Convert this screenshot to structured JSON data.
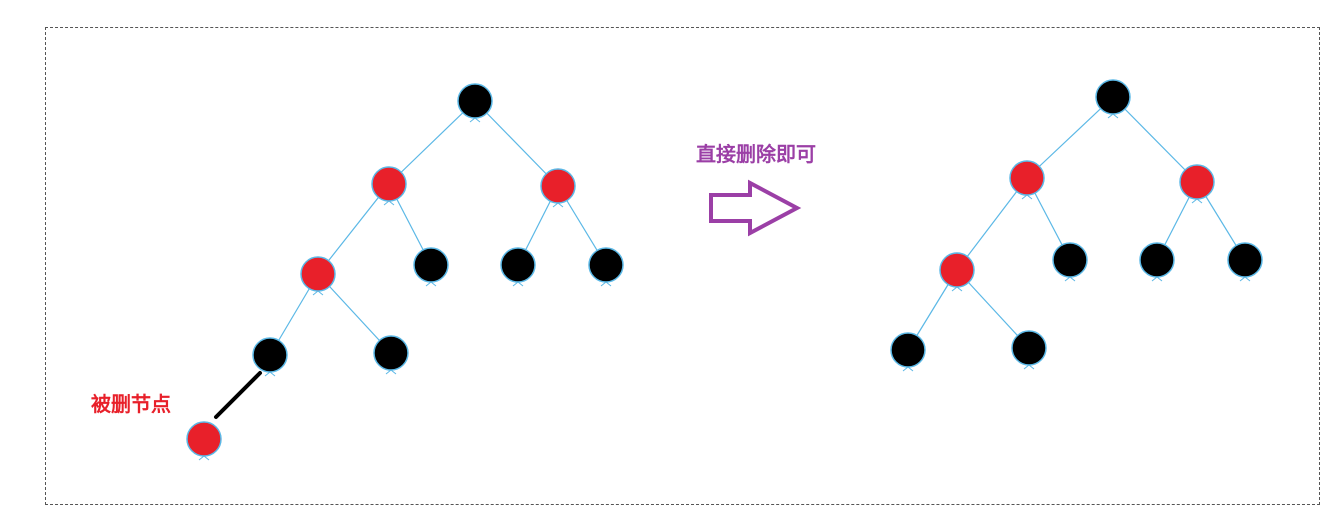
{
  "labels": {
    "deleted_node": "被删节点",
    "action": "直接删除即可"
  },
  "colors": {
    "red_node": "#e8202a",
    "black_node": "#000000",
    "edge": "#5bb8e6",
    "node_outline": "#5bb8e6",
    "arrow": "#9b3fa6",
    "deleted_label": "#e8202a",
    "action_label": "#9b3fa6",
    "deleted_link": "#000000",
    "frame": "#555555"
  },
  "trees": {
    "before": {
      "nodes": [
        {
          "id": "root",
          "color": "black"
        },
        {
          "id": "l",
          "color": "red"
        },
        {
          "id": "r",
          "color": "red"
        },
        {
          "id": "ll",
          "color": "red"
        },
        {
          "id": "lr",
          "color": "black"
        },
        {
          "id": "rl",
          "color": "black"
        },
        {
          "id": "rr",
          "color": "black"
        },
        {
          "id": "lll",
          "color": "black"
        },
        {
          "id": "llr",
          "color": "black"
        },
        {
          "id": "deleted",
          "color": "red"
        }
      ],
      "edges": [
        [
          "root",
          "l"
        ],
        [
          "root",
          "r"
        ],
        [
          "l",
          "ll"
        ],
        [
          "l",
          "lr"
        ],
        [
          "r",
          "rl"
        ],
        [
          "r",
          "rr"
        ],
        [
          "ll",
          "lll"
        ],
        [
          "ll",
          "llr"
        ]
      ],
      "deleted_edge": [
        "lll",
        "deleted"
      ]
    },
    "after": {
      "nodes": [
        {
          "id": "root",
          "color": "black"
        },
        {
          "id": "l",
          "color": "red"
        },
        {
          "id": "r",
          "color": "red"
        },
        {
          "id": "ll",
          "color": "red"
        },
        {
          "id": "lr",
          "color": "black"
        },
        {
          "id": "rl",
          "color": "black"
        },
        {
          "id": "rr",
          "color": "black"
        },
        {
          "id": "lll",
          "color": "black"
        },
        {
          "id": "llr",
          "color": "black"
        }
      ],
      "edges": [
        [
          "root",
          "l"
        ],
        [
          "root",
          "r"
        ],
        [
          "l",
          "ll"
        ],
        [
          "l",
          "lr"
        ],
        [
          "r",
          "rl"
        ],
        [
          "r",
          "rr"
        ],
        [
          "ll",
          "lll"
        ],
        [
          "ll",
          "llr"
        ]
      ]
    }
  }
}
